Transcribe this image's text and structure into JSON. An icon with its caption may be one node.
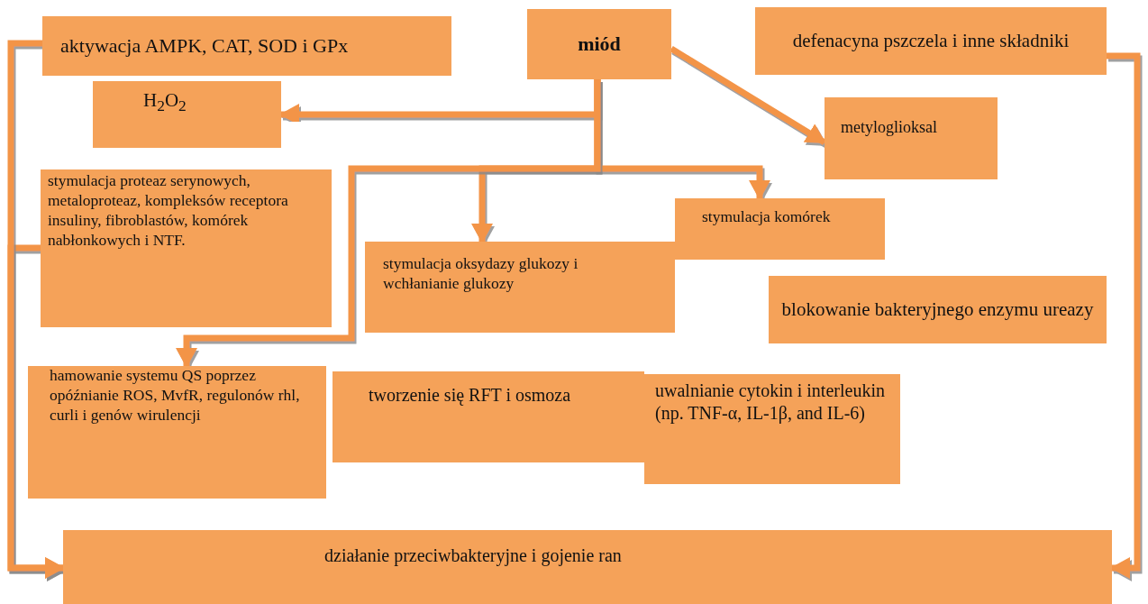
{
  "diagram": {
    "nodes": [
      {
        "text": [
          "miód"
        ]
      },
      {
        "text": [
          "aktywacja AMPK, CAT, SOD i GPx"
        ]
      },
      {
        "text": [
          "defenacyna pszczela i inne składniki"
        ]
      },
      {
        "text": [
          "H$_{2}$O$_{2}$"
        ]
      },
      {
        "text": [
          "metyloglioksal"
        ]
      },
      {
        "text": [
          "stymulacja proteaz serynowych, metaloproteaz, kompleksów receptora insuliny, fibroblastów, komórek nabłonkowych i NTF."
        ]
      },
      {
        "text": [
          "stymulacja oksydazy glukozy i wchłanianie glukozy"
        ]
      },
      {
        "text": [
          "stymulacja komórek"
        ]
      },
      {
        "text": [
          "blokowanie bakteryjnego enzymu ureazy"
        ]
      },
      {
        "text": [
          "hamowanie systemu QS poprzez opóźnianie ROS, MvfR, regulonów rhl, curli i genów wirulencji"
        ]
      },
      {
        "text": [
          "tworzenie się RFT i osmoza"
        ]
      },
      {
        "text": [
          "uwalnianie cytokin i interleukin (np. TNF-α, IL-1β, and IL-6)"
        ]
      },
      {
        "text": [
          "działanie przeciwbakteryjne i gojenie ran"
        ]
      }
    ],
    "edges": [
      {
        "from": 0,
        "to": 1,
        "arrow": "to"
      },
      {
        "from": 0,
        "to": 2,
        "arrow": "to"
      },
      {
        "from": 0,
        "to": 4,
        "arrow": "to"
      },
      {
        "from": 0,
        "to": 3,
        "arrow": "to"
      },
      {
        "from": 0,
        "to": 6,
        "arrow": "to"
      },
      {
        "from": 0,
        "to": 7,
        "arrow": "to"
      },
      {
        "from": 0,
        "to": 9,
        "arrow": "to"
      },
      {
        "from": 3,
        "to": 5,
        "arrow": "to"
      },
      {
        "from": 5,
        "to": 12,
        "arrow": "to"
      },
      {
        "from": 1,
        "to": 12,
        "arrow": "to"
      },
      {
        "from": 2,
        "to": 12,
        "arrow": "to"
      },
      {
        "from": 4,
        "to": 8,
        "arrow": "to"
      },
      {
        "from": 6,
        "to": 10,
        "arrow": "to"
      },
      {
        "from": 7,
        "to": 11,
        "arrow": "to"
      },
      {
        "from": 8,
        "to": 12,
        "arrow": "to"
      },
      {
        "from": 9,
        "to": 12,
        "arrow": "to"
      },
      {
        "from": 10,
        "to": 12,
        "arrow": "to"
      },
      {
        "from": 11,
        "to": 12,
        "arrow": "to"
      }
    ]
  }
}
